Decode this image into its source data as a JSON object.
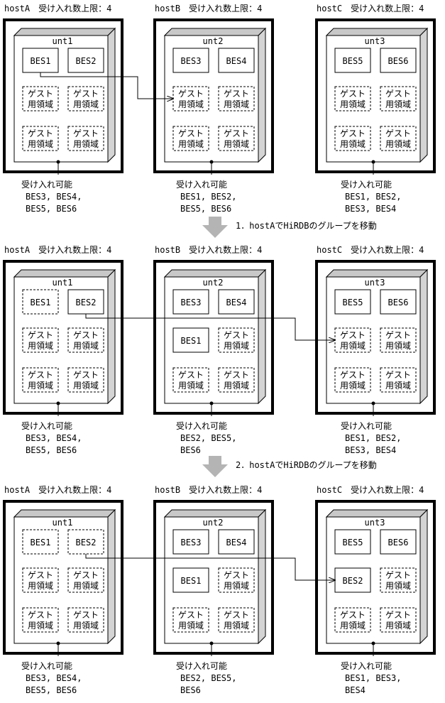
{
  "stages": [
    {
      "hosts": [
        {
          "label": "hostA　受け入れ数上限：4",
          "unit": "unt1",
          "slots": [
            {
              "text": "BES1",
              "style": "solid"
            },
            {
              "text": "BES2",
              "style": "solid"
            },
            {
              "text": "ゲスト\n用領域",
              "style": "dashed"
            },
            {
              "text": "ゲスト\n用領域",
              "style": "dashed"
            },
            {
              "text": "ゲスト\n用領域",
              "style": "dashed"
            },
            {
              "text": "ゲスト\n用領域",
              "style": "dashed"
            }
          ],
          "accept": [
            "受け入れ可能",
            "BES3, BES4,",
            "BES5, BES6"
          ]
        },
        {
          "label": "hostB　受け入れ数上限：4",
          "unit": "unt2",
          "slots": [
            {
              "text": "BES3",
              "style": "solid"
            },
            {
              "text": "BES4",
              "style": "solid"
            },
            {
              "text": "ゲスト\n用領域",
              "style": "dashed"
            },
            {
              "text": "ゲスト\n用領域",
              "style": "dashed"
            },
            {
              "text": "ゲスト\n用領域",
              "style": "dashed"
            },
            {
              "text": "ゲスト\n用領域",
              "style": "dashed"
            }
          ],
          "accept": [
            "受け入れ可能",
            "BES1, BES2,",
            "BES5, BES6"
          ]
        },
        {
          "label": "hostC　受け入れ数上限：4",
          "unit": "unt3",
          "slots": [
            {
              "text": "BES5",
              "style": "solid"
            },
            {
              "text": "BES6",
              "style": "solid"
            },
            {
              "text": "ゲスト\n用領域",
              "style": "dashed"
            },
            {
              "text": "ゲスト\n用領域",
              "style": "dashed"
            },
            {
              "text": "ゲスト\n用領域",
              "style": "dashed"
            },
            {
              "text": "ゲスト\n用領域",
              "style": "dashed"
            }
          ],
          "accept": [
            "受け入れ可能",
            "BES1, BES2,",
            "BES3, BES4"
          ]
        }
      ],
      "move": {
        "from": [
          0,
          0
        ],
        "to": [
          1,
          2
        ]
      }
    },
    {
      "hosts": [
        {
          "label": "hostA　受け入れ数上限：4",
          "unit": "unt1",
          "slots": [
            {
              "text": "BES1",
              "style": "dashed"
            },
            {
              "text": "BES2",
              "style": "solid"
            },
            {
              "text": "ゲスト\n用領域",
              "style": "dashed"
            },
            {
              "text": "ゲスト\n用領域",
              "style": "dashed"
            },
            {
              "text": "ゲスト\n用領域",
              "style": "dashed"
            },
            {
              "text": "ゲスト\n用領域",
              "style": "dashed"
            }
          ],
          "accept": [
            "受け入れ可能",
            "BES3, BES4,",
            "BES5, BES6"
          ]
        },
        {
          "label": "hostB　受け入れ数上限：4",
          "unit": "unt2",
          "slots": [
            {
              "text": "BES3",
              "style": "solid"
            },
            {
              "text": "BES4",
              "style": "solid"
            },
            {
              "text": "BES1",
              "style": "solid"
            },
            {
              "text": "ゲスト\n用領域",
              "style": "dashed"
            },
            {
              "text": "ゲスト\n用領域",
              "style": "dashed"
            },
            {
              "text": "ゲスト\n用領域",
              "style": "dashed"
            }
          ],
          "accept": [
            "受け入れ可能",
            "BES2, BES5,",
            "BES6"
          ]
        },
        {
          "label": "hostC　受け入れ数上限：4",
          "unit": "unt3",
          "slots": [
            {
              "text": "BES5",
              "style": "solid"
            },
            {
              "text": "BES6",
              "style": "solid"
            },
            {
              "text": "ゲスト\n用領域",
              "style": "dashed"
            },
            {
              "text": "ゲスト\n用領域",
              "style": "dashed"
            },
            {
              "text": "ゲスト\n用領域",
              "style": "dashed"
            },
            {
              "text": "ゲスト\n用領域",
              "style": "dashed"
            }
          ],
          "accept": [
            "受け入れ可能",
            "BES1, BES2,",
            "BES3, BES4"
          ]
        }
      ],
      "move": {
        "from": [
          0,
          1
        ],
        "to": [
          2,
          2
        ]
      }
    },
    {
      "hosts": [
        {
          "label": "hostA　受け入れ数上限：4",
          "unit": "unt1",
          "slots": [
            {
              "text": "BES1",
              "style": "dashed"
            },
            {
              "text": "BES2",
              "style": "dashed"
            },
            {
              "text": "ゲスト\n用領域",
              "style": "dashed"
            },
            {
              "text": "ゲスト\n用領域",
              "style": "dashed"
            },
            {
              "text": "ゲスト\n用領域",
              "style": "dashed"
            },
            {
              "text": "ゲスト\n用領域",
              "style": "dashed"
            }
          ],
          "accept": [
            "受け入れ可能",
            "BES3, BES4,",
            "BES5, BES6"
          ]
        },
        {
          "label": "hostB　受け入れ数上限：4",
          "unit": "unt2",
          "slots": [
            {
              "text": "BES3",
              "style": "solid"
            },
            {
              "text": "BES4",
              "style": "solid"
            },
            {
              "text": "BES1",
              "style": "solid"
            },
            {
              "text": "ゲスト\n用領域",
              "style": "dashed"
            },
            {
              "text": "ゲスト\n用領域",
              "style": "dashed"
            },
            {
              "text": "ゲスト\n用領域",
              "style": "dashed"
            }
          ],
          "accept": [
            "受け入れ可能",
            "BES2, BES5,",
            "BES6"
          ]
        },
        {
          "label": "hostC　受け入れ数上限：4",
          "unit": "unt3",
          "slots": [
            {
              "text": "BES5",
              "style": "solid"
            },
            {
              "text": "BES6",
              "style": "solid"
            },
            {
              "text": "BES2",
              "style": "solid"
            },
            {
              "text": "ゲスト\n用領域",
              "style": "dashed"
            },
            {
              "text": "ゲスト\n用領域",
              "style": "dashed"
            },
            {
              "text": "ゲスト\n用領域",
              "style": "dashed"
            }
          ],
          "accept": [
            "受け入れ可能",
            "BES1, BES3,",
            "BES4"
          ]
        }
      ],
      "move": {
        "from": [
          0,
          1
        ],
        "to": [
          2,
          2
        ]
      }
    }
  ],
  "steps": [
    "1．hostAでHiRDBのグループを移動",
    "2．hostAでHiRDBのグループを移動"
  ]
}
